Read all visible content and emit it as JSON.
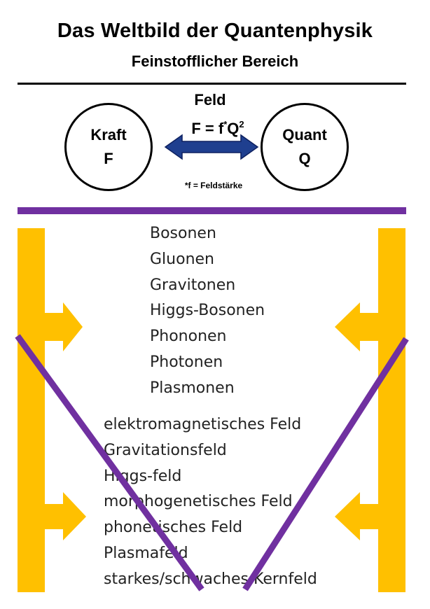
{
  "header": {
    "title": "Das Weltbild der Quantenphysik",
    "subtitle": "Feinstofflicher Bereich"
  },
  "diagram": {
    "left_circle": {
      "line1": "Kraft",
      "line2": "F"
    },
    "right_circle": {
      "line1": "Quant",
      "line2": "Q"
    },
    "field_label": "Feld",
    "formula": {
      "prefix": "F = f",
      "star": "*",
      "q": "Q",
      "exp": "2"
    },
    "footnote": "*f = Feldstärke",
    "arrow": "double-arrow"
  },
  "bosonen": [
    "Bosonen",
    "Gluonen",
    "Gravitonen",
    "Higgs-Bosonen",
    "Phononen",
    "Photonen",
    "Plasmonen"
  ],
  "felder": [
    "elektromagnetisches Feld",
    "Gravitationsfeld",
    "Higgs-feld",
    "morphogenetisches Feld",
    "phonetisches Feld",
    "Plasmafeld",
    "starkes/schwaches Kernfeld"
  ],
  "colors": {
    "accent_yellow": "#ffc000",
    "accent_purple": "#7030a0",
    "arrow_blue": "#1f3f8f"
  }
}
